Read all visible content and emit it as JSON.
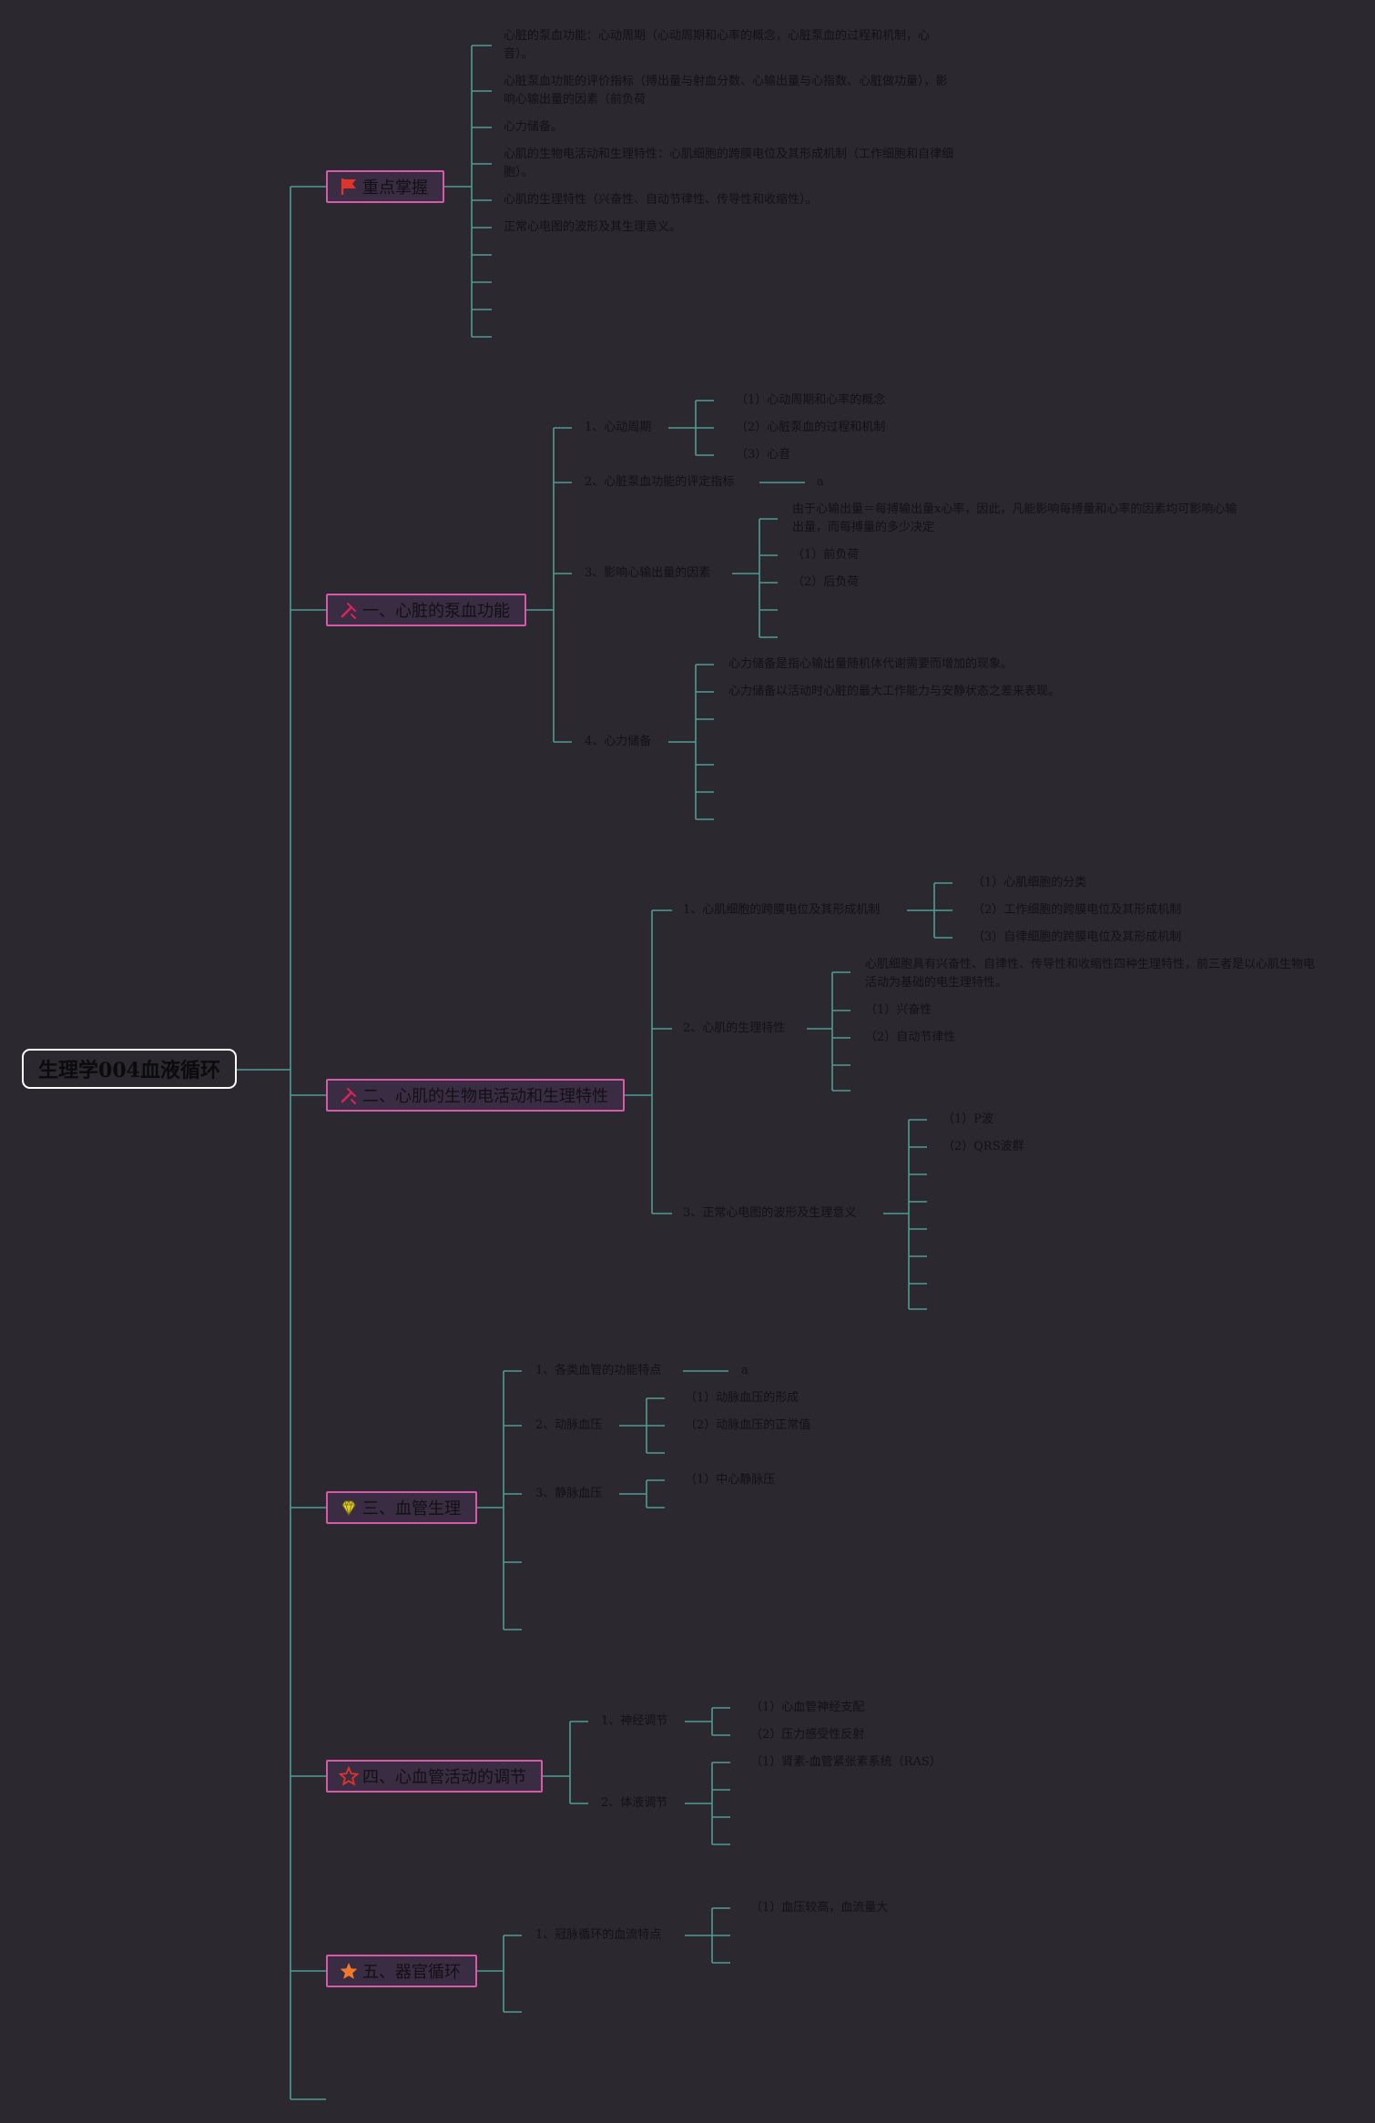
{
  "root": {
    "title": "生理学004血液循环"
  },
  "topics": {
    "key": {
      "label": "重点掌握",
      "icon": "red-flag-icon",
      "items": [
        "心脏的泵血功能：心动周期（心动周期和心率的概念，心脏泵血的过程和机制，心音）。",
        "心脏泵血功能的评价指标（搏出量与射血分数、心输出量与心指数、心脏做功量），影响心输出量的因素（前负荷",
        "心力储备。",
        "心肌的生物电活动和生理特性：心肌细胞的跨膜电位及其形成机制（工作细胞和自律细胞）。",
        "心肌的生理特性（兴奋性、自动节律性、传导性和收缩性）。",
        "正常心电图的波形及其生理意义。"
      ]
    },
    "t1": {
      "label": "一、心脏的泵血功能",
      "icon": "tools-icon",
      "s1": "1、心动周期",
      "s1_items": [
        "（1）心动周期和心率的概念",
        "（2）心脏泵血的过程和机制",
        "（3）心音"
      ],
      "s2": "2、心脏泵血功能的评定指标",
      "s2_tail": "a",
      "s3": "3、影响心输出量的因素",
      "s3_note": "由于心输出量＝每搏输出量x心率，因此，凡能影响每搏量和心率的因素均可影响心输出量，而每搏量的多少决定",
      "s3_items": [
        "（1）前负荷",
        "（2）后负荷"
      ],
      "s4": "4、心力储备",
      "s4_items": [
        "心力储备是指心输出量随机体代谢需要而增加的现象。",
        "心力储备以活动时心脏的最大工作能力与安静状态之差来表现。"
      ]
    },
    "t2": {
      "label": "二、心肌的生物电活动和生理特性",
      "icon": "tools-icon",
      "s1": "1、心肌细胞的跨膜电位及其形成机制",
      "s1_items": [
        "（1）心肌细胞的分类",
        "（2）工作细胞的跨膜电位及其形成机制",
        "（3）自律细胞的跨膜电位及其形成机制"
      ],
      "s2": "2、心肌的生理特性",
      "s2_note": "心肌细胞具有兴奋性、自律性、传导性和收缩性四种生理特性，前三者是以心肌生物电活动为基础的电生理特性。",
      "s2_items": [
        "（1）兴奋性",
        "（2）自动节律性"
      ],
      "s3": "3、正常心电图的波形及生理意义",
      "s3_items": [
        "（1）P波",
        "（2）QRS波群"
      ]
    },
    "t3": {
      "label": "三、血管生理",
      "icon": "diamond-icon",
      "s1": "1、各类血管的功能特点",
      "s1_tail": "a",
      "s2": "2、动脉血压",
      "s2_items": [
        "（1）动脉血压的形成",
        "（2）动脉血压的正常值"
      ],
      "s3": "3、静脉血压",
      "s3_items": [
        "（1）中心静脉压"
      ]
    },
    "t4": {
      "label": "四、心血管活动的调节",
      "icon": "star-outline-icon",
      "s1": "1、神经调节",
      "s1_items": [
        "（1）心血管神经支配",
        "（2）压力感受性反射"
      ],
      "s2": "2、体液调节",
      "s2_items": [
        "（1）肾素-血管紧张素系统（RAS）"
      ]
    },
    "t5": {
      "label": "五、器官循环",
      "icon": "star-filled-icon",
      "s1": "1、冠脉循环的血流特点",
      "s1_items": [
        "（1）血压较高，血流量大"
      ]
    }
  },
  "colors": {
    "background": "#2b2830",
    "line": "#4e9b92",
    "topic_border": "#d55aa8",
    "root_border": "#ffffff"
  }
}
